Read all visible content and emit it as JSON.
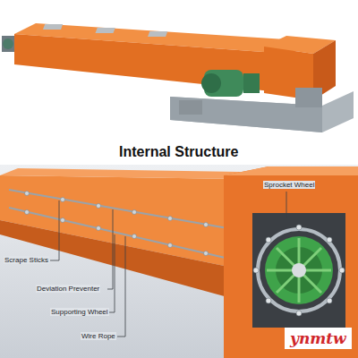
{
  "diagram": {
    "title": "Internal Structure",
    "labels": [
      "Sprocket Wheel",
      "Scrape Sticks",
      "Deviation Preventer",
      "Supporting Wheel",
      "Wire Rope",
      "ynmtw"
    ]
  }
}
